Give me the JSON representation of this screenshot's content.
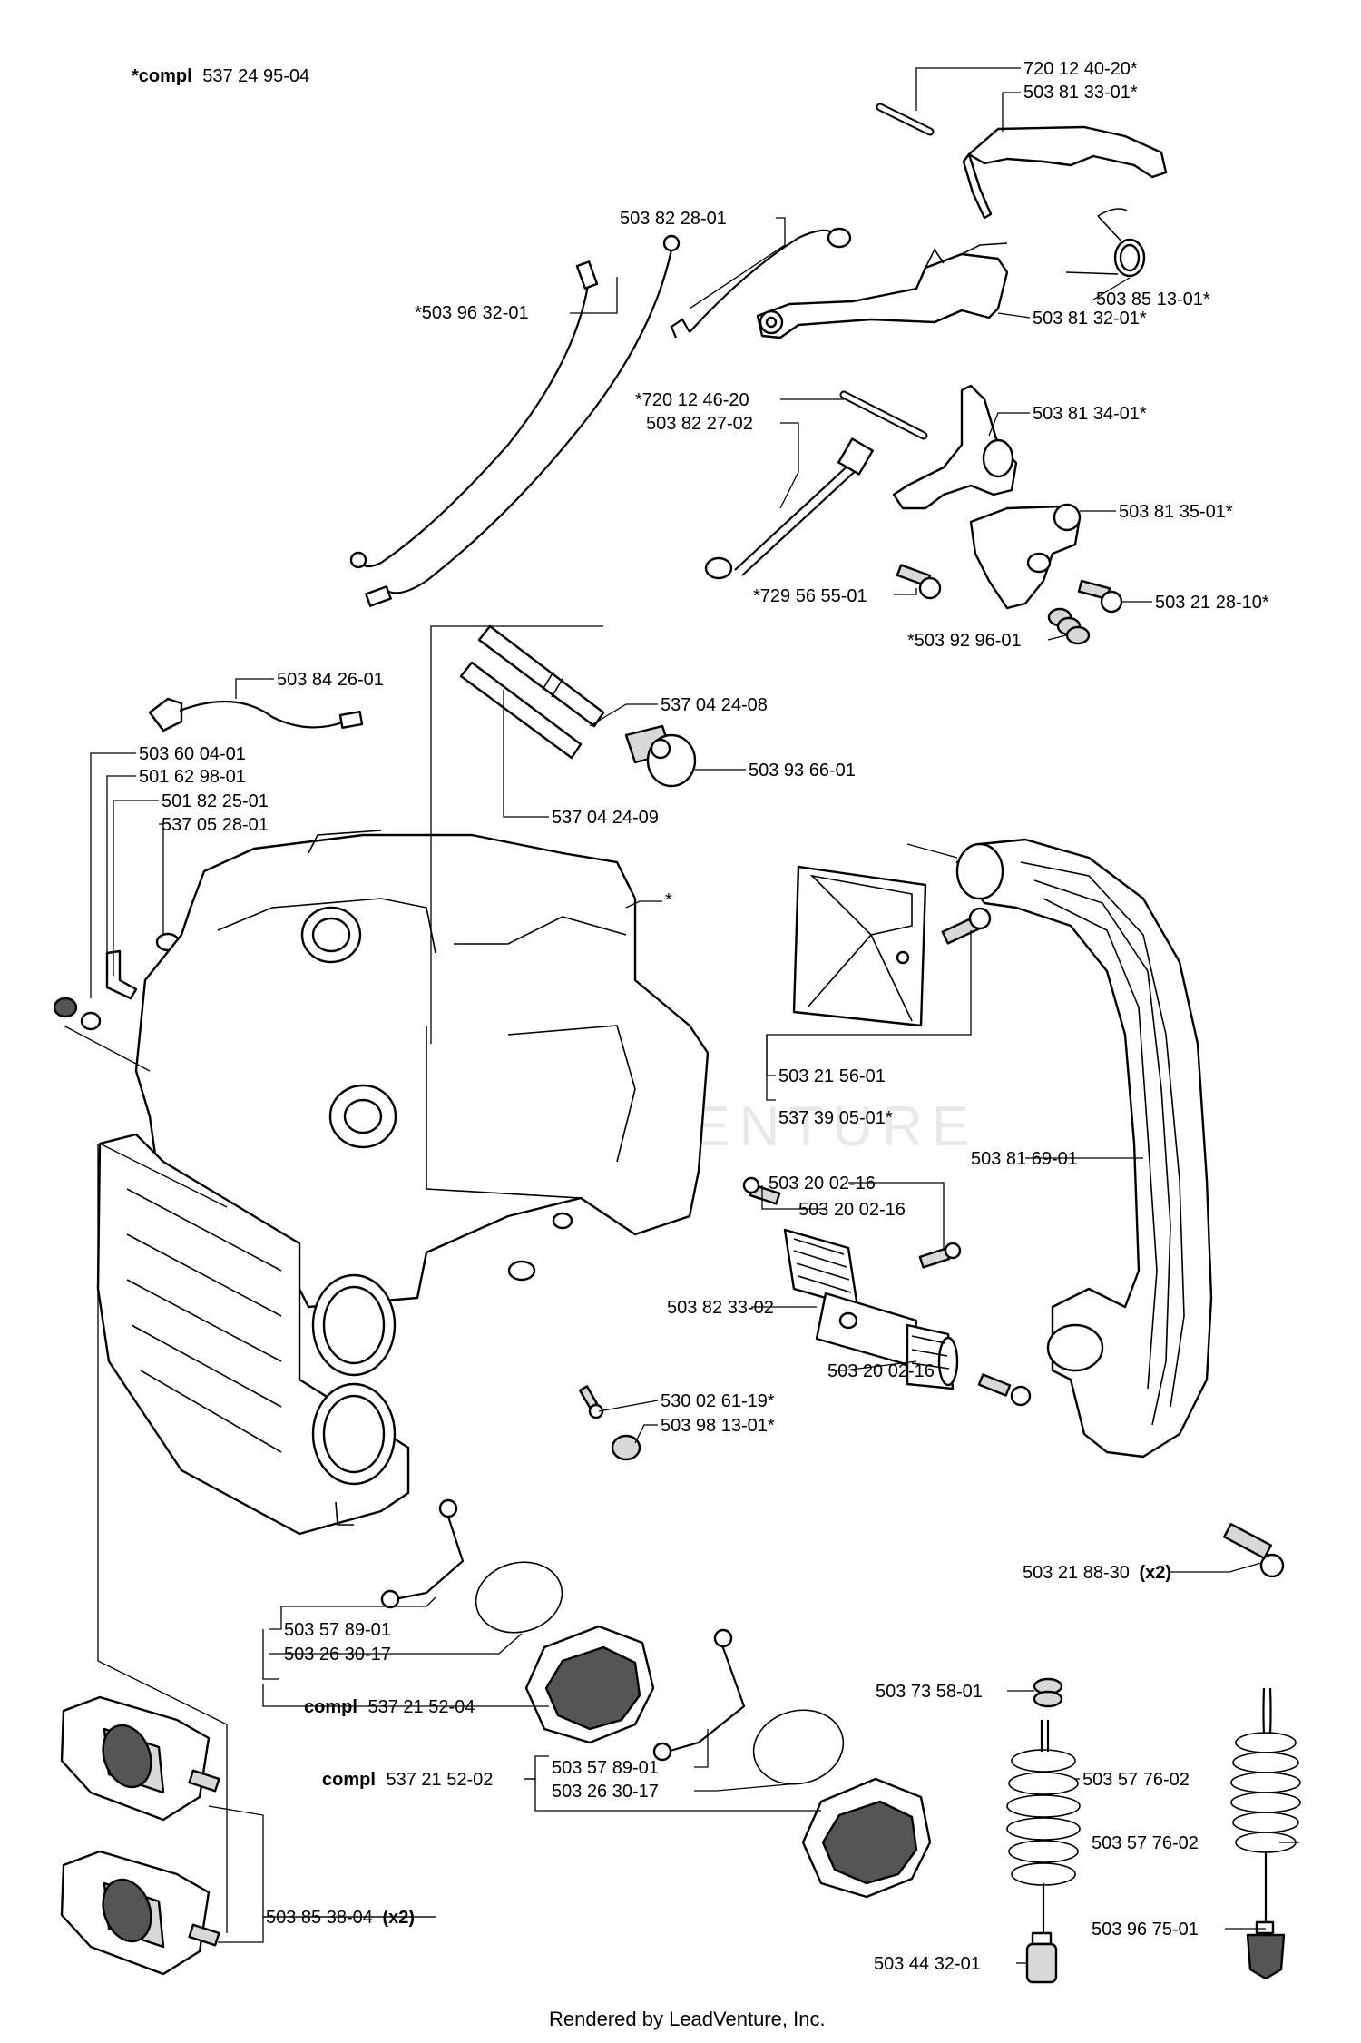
{
  "assembly_header": {
    "prefix": "*compl",
    "number": "537 24 95-04"
  },
  "watermark": "LEADVENTURE",
  "footer": "Rendered by LeadVenture, Inc.",
  "labels": {
    "p72012402": "720 12 40-20*",
    "p50381331": "503 81 33-01*",
    "p50382281": "503 82 28-01",
    "p50396321": "*503 96 32-01",
    "p50385131": "503 85 13-01*",
    "p50381321": "503 81 32-01*",
    "p72012462": "*720 12 46-20",
    "p50382272": "503 82 27-02",
    "p50381341": "503 81 34-01*",
    "p50381351": "503 81 35-01*",
    "p72956551": "*729 56 55-01",
    "p50321281": "503 21 28-10*",
    "p50392961": "*503 92 96-01",
    "p50384261": "503 84 26-01",
    "p53704248": "537 04 24-08",
    "p50393661": "503 93 66-01",
    "p53704249": "537 04 24-09",
    "p50360041": "503 60 04-01",
    "p50162981": "501 62 98-01",
    "p50182251": "501 82 25-01",
    "p53705281": "537 05 28-01",
    "tank_star": "*",
    "p50321561": "503 21 56-01",
    "p53739051": "537 39 05-01*",
    "p50381691": "503 81 69-01",
    "p50320216a": "503 20 02-16",
    "p50320216b": "503 20 02-16",
    "p50382332": "503 82 33-02",
    "p50320216c": "503 20 02-16",
    "p53002611": "530 02 61-19*",
    "p50398131": "503 98 13-01*",
    "p50321883": "503 21 88-30",
    "p50321883_qty": "(x2)",
    "p50357891a": "503 57 89-01",
    "p50326301a": "503 26 30-17",
    "compl_a_prefix": "compl",
    "compl_a_number": "537 21 52-04",
    "p50373581": "503 73 58-01",
    "p50357762a": "503 57 76-02",
    "p50357891b": "503 57 89-01",
    "compl_b_prefix": "compl",
    "compl_b_number": "537 21 52-02",
    "p50326301b": "503 26 30-17",
    "p50357762b": "503 57 76-02",
    "p50385384": "503 85 38-04",
    "p50385384_qty": "(x2)",
    "p50396751": "503 96 75-01",
    "p50344321": "503 44 32-01"
  }
}
